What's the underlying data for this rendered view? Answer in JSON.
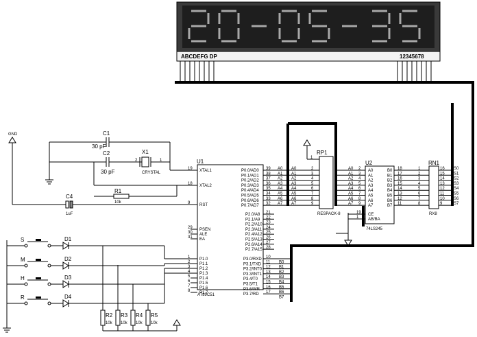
{
  "display": {
    "digits": "20-05-35",
    "segment_label": "ABCDEFG DP",
    "digit_label": "12345678",
    "colors": {
      "bezel": "#3a3a3a",
      "face": "#1e1e1e",
      "segment": "#a8a8a8"
    }
  },
  "power": {
    "gnd_label": "GND"
  },
  "components": {
    "c1": {
      "ref": "C1",
      "value": "30 pF"
    },
    "c2": {
      "ref": "C2",
      "value": "30 pF"
    },
    "x1": {
      "ref": "X1",
      "value": "CRYSTAL",
      "pin_left": "2",
      "pin_right": "1"
    },
    "r1": {
      "ref": "R1",
      "value": "10k"
    },
    "c4": {
      "ref": "C4",
      "value": "1uF"
    },
    "rp1": {
      "ref": "RP1",
      "value": "RESPACK-8",
      "pin1": "1"
    },
    "rn1": {
      "ref": "RN1",
      "value": "RX8"
    },
    "u2": {
      "ref": "U2",
      "value": "74LS245"
    },
    "u1": {
      "ref": "U1",
      "value": "AT89C51"
    }
  },
  "switches": [
    {
      "label": "S",
      "led": "D1"
    },
    {
      "label": "M",
      "led": "D2"
    },
    {
      "label": "H",
      "led": "D3"
    },
    {
      "label": "R",
      "led": "D4"
    }
  ],
  "resistors_bottom": [
    {
      "ref": "R2",
      "value": "10k"
    },
    {
      "ref": "R3",
      "value": "10k"
    },
    {
      "ref": "R4",
      "value": "10k"
    },
    {
      "ref": "R5",
      "value": "10k"
    }
  ],
  "u1_left_pins": [
    {
      "num": "19",
      "name": "XTAL1"
    },
    {
      "num": "18",
      "name": "XTAL2"
    },
    {
      "num": "9",
      "name": "RST"
    },
    {
      "num": "29",
      "name": "PSEN"
    },
    {
      "num": "30",
      "name": "ALE"
    },
    {
      "num": "31",
      "name": "EA"
    },
    {
      "num": "1",
      "name": "P1.0"
    },
    {
      "num": "2",
      "name": "P1.1"
    },
    {
      "num": "3",
      "name": "P1.2"
    },
    {
      "num": "4",
      "name": "P1.3"
    },
    {
      "num": "5",
      "name": "P1.4"
    },
    {
      "num": "6",
      "name": "P1.5"
    },
    {
      "num": "7",
      "name": "P1.6"
    },
    {
      "num": "8",
      "name": "P1.7"
    }
  ],
  "u1_p0": [
    {
      "num": "39",
      "name": "P0.0/AD0"
    },
    {
      "num": "38",
      "name": "P0.1/AD1"
    },
    {
      "num": "37",
      "name": "P0.2/AD2"
    },
    {
      "num": "36",
      "name": "P0.3/AD3"
    },
    {
      "num": "35",
      "name": "P0.4/AD4"
    },
    {
      "num": "34",
      "name": "P0.5/AD5"
    },
    {
      "num": "33",
      "name": "P0.6/AD6"
    },
    {
      "num": "32",
      "name": "P0.7/AD7"
    }
  ],
  "u1_p2": [
    {
      "num": "21",
      "name": "P2.0/A8"
    },
    {
      "num": "22",
      "name": "P2.1/A9"
    },
    {
      "num": "23",
      "name": "P2.2/A10"
    },
    {
      "num": "24",
      "name": "P2.3/A11"
    },
    {
      "num": "25",
      "name": "P2.4/A12"
    },
    {
      "num": "26",
      "name": "P2.5/A13"
    },
    {
      "num": "27",
      "name": "P2.6/A14"
    },
    {
      "num": "28",
      "name": "P2.7/A15"
    }
  ],
  "u1_p3": [
    {
      "num": "10",
      "name": "P3.0/RXD",
      "net": ""
    },
    {
      "num": "11",
      "name": "P3.1/TXD",
      "net": "B0"
    },
    {
      "num": "12",
      "name": "P3.2/INT0",
      "net": "B1"
    },
    {
      "num": "13",
      "name": "P3.3/INT1",
      "net": "B2"
    },
    {
      "num": "14",
      "name": "P3.4/T0",
      "net": "B3"
    },
    {
      "num": "15",
      "name": "P3.5/T1",
      "net": "B4"
    },
    {
      "num": "16",
      "name": "P3.6/WR",
      "net": "B5"
    },
    {
      "num": "17",
      "name": "P3.7/RD",
      "net": "B6"
    }
  ],
  "p3_extra_net": "B7",
  "a_nets": [
    "A0",
    "A1",
    "A2",
    "A3",
    "A4",
    "A5",
    "A6",
    "A7"
  ],
  "rp1_pins": [
    "2",
    "3",
    "4",
    "5",
    "6",
    "7",
    "8",
    "9"
  ],
  "u2_a_pins": [
    {
      "num": "2",
      "name": "A0"
    },
    {
      "num": "3",
      "name": "A1"
    },
    {
      "num": "4",
      "name": "A2"
    },
    {
      "num": "5",
      "name": "A3"
    },
    {
      "num": "6",
      "name": "A4"
    },
    {
      "num": "7",
      "name": "A5"
    },
    {
      "num": "8",
      "name": "A6"
    },
    {
      "num": "9",
      "name": "A7"
    }
  ],
  "u2_b_pins": [
    {
      "num": "18",
      "name": "B0"
    },
    {
      "num": "17",
      "name": "B1"
    },
    {
      "num": "16",
      "name": "B2"
    },
    {
      "num": "15",
      "name": "B3"
    },
    {
      "num": "14",
      "name": "B4"
    },
    {
      "num": "13",
      "name": "B5"
    },
    {
      "num": "12",
      "name": "B6"
    },
    {
      "num": "11",
      "name": "B7"
    }
  ],
  "u2_ctrl": [
    {
      "num": "19",
      "name": "CE"
    },
    {
      "num": "1",
      "name": "AB/BA"
    }
  ],
  "rn1_left_pins": [
    "1",
    "2",
    "3",
    "4",
    "5",
    "6",
    "7",
    "8"
  ],
  "rn1_right_pins": [
    "16",
    "15",
    "14",
    "13",
    "12",
    "11",
    "10",
    "9"
  ],
  "s_nets": [
    "S0",
    "S1",
    "S2",
    "S3",
    "S4",
    "S5",
    "S6",
    "S7"
  ]
}
